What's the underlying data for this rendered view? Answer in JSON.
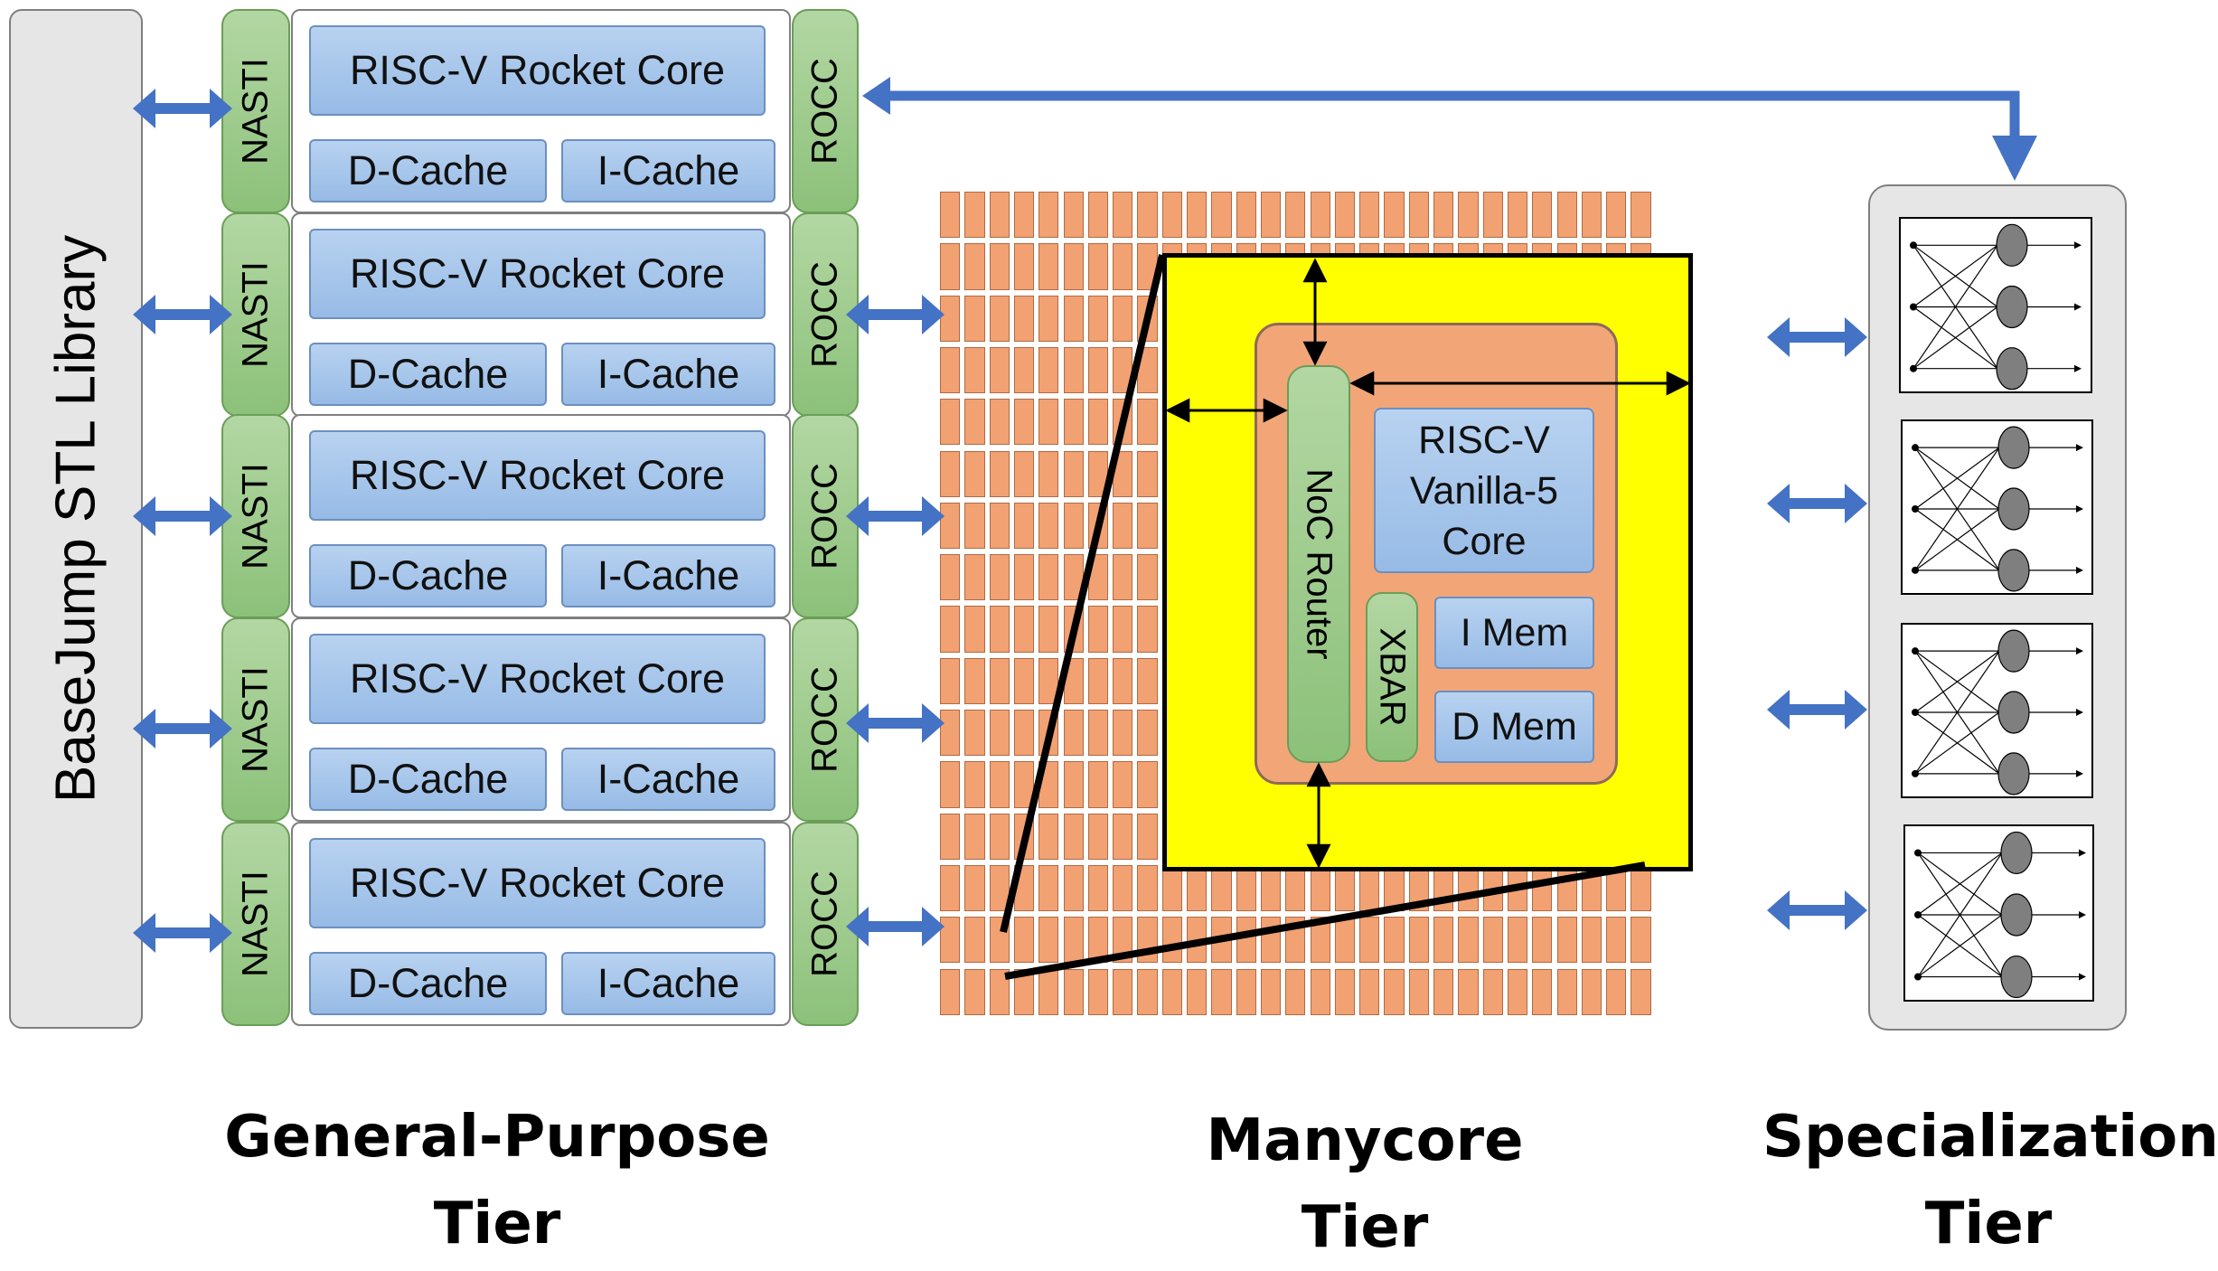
{
  "library": {
    "label": "BaseJump STL Library"
  },
  "general_purpose": {
    "rows": [
      {
        "nasti": "NASTI",
        "core": "RISC-V Rocket Core",
        "dcache": "D-Cache",
        "icache": "I-Cache",
        "rocc": "ROCC"
      },
      {
        "nasti": "NASTI",
        "core": "RISC-V Rocket Core",
        "dcache": "D-Cache",
        "icache": "I-Cache",
        "rocc": "ROCC"
      },
      {
        "nasti": "NASTI",
        "core": "RISC-V Rocket Core",
        "dcache": "D-Cache",
        "icache": "I-Cache",
        "rocc": "ROCC"
      },
      {
        "nasti": "NASTI",
        "core": "RISC-V Rocket Core",
        "dcache": "D-Cache",
        "icache": "I-Cache",
        "rocc": "ROCC"
      },
      {
        "nasti": "NASTI",
        "core": "RISC-V Rocket Core",
        "dcache": "D-Cache",
        "icache": "I-Cache",
        "rocc": "ROCC"
      }
    ]
  },
  "manycore": {
    "noc_router": "NoC Router",
    "core_line1": "RISC-V",
    "core_line2": "Vanilla-5",
    "core_line3": "Core",
    "xbar": "XBAR",
    "imem": "I Mem",
    "dmem": "D Mem"
  },
  "tiers": {
    "general_line1": "General-Purpose",
    "general_line2": "Tier",
    "manycore_line1": "Manycore",
    "manycore_line2": "Tier",
    "special_line1": "Specialization",
    "special_line2": "Tier"
  },
  "colors": {
    "arrow_blue": "#4472c4",
    "tile_orange": "#f2a173",
    "highlight_yellow": "#ffff00",
    "green": "#a4cf93",
    "blue_box": "#9dc3e6"
  }
}
